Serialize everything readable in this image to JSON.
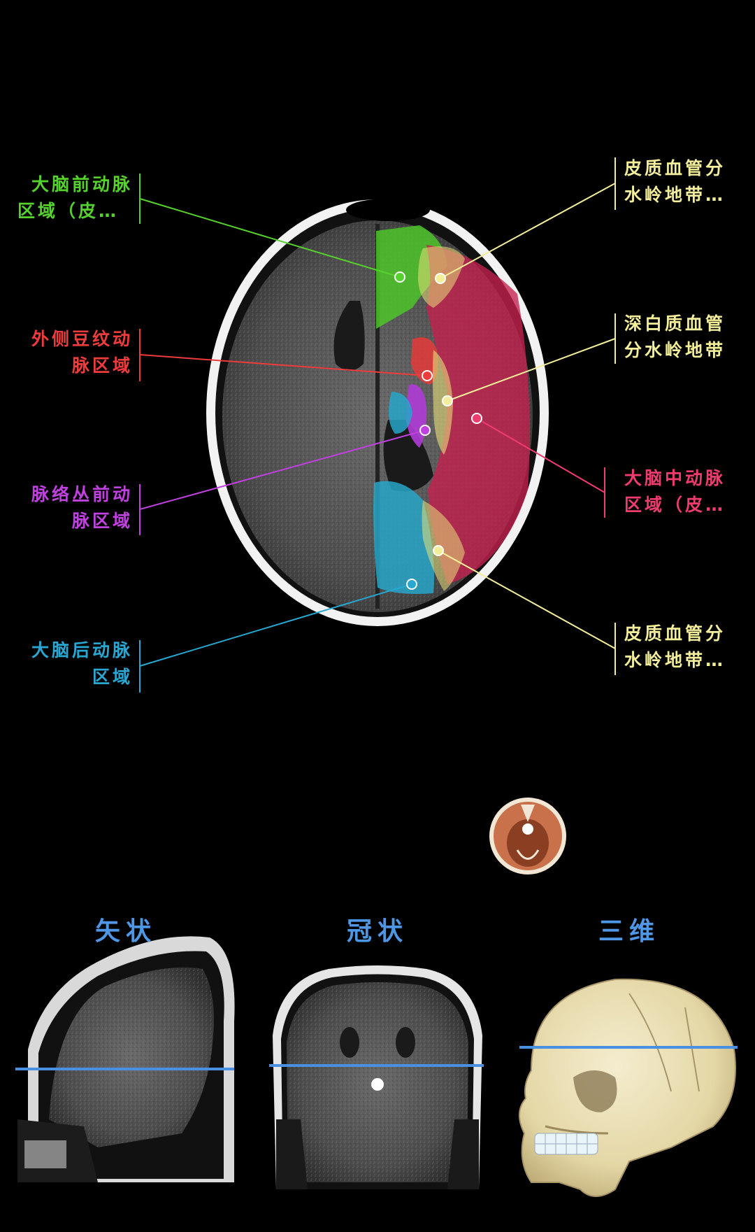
{
  "labels": {
    "aca": {
      "line1": "大脑前动脉",
      "line2": "区域（皮…",
      "color": "#56d22d"
    },
    "lsa": {
      "line1": "外侧豆纹动",
      "line2": "脉区域",
      "color": "#ee3b3b"
    },
    "acha": {
      "line1": "脉络丛前动",
      "line2": "脉区域",
      "color": "#c040e0"
    },
    "pca": {
      "line1": "大脑后动脉",
      "line2": "区域",
      "color": "#28a7d2"
    },
    "cwz_top": {
      "line1": "皮质血管分",
      "line2": "水岭地带…",
      "color": "#f2ee9a"
    },
    "dwz": {
      "line1": "深白质血管",
      "line2": "分水岭地带",
      "color": "#f2ee9a"
    },
    "mca": {
      "line1": "大脑中动脉",
      "line2": "区域（皮…",
      "color": "#ef3b6e"
    },
    "cwz_bottom": {
      "line1": "皮质血管分",
      "line2": "水岭地带…",
      "color": "#f2ee9a"
    }
  },
  "views": {
    "sagittal": "矢状",
    "coronal": "冠状",
    "three_d": "三维"
  },
  "colors": {
    "aca": "#4ec62a",
    "mca": "#c8204f",
    "pca": "#27a6c8",
    "lsa": "#e63a3a",
    "acha": "#b03cd6",
    "watershed": "#e8e07a",
    "plane_line": "#4a90e2"
  }
}
